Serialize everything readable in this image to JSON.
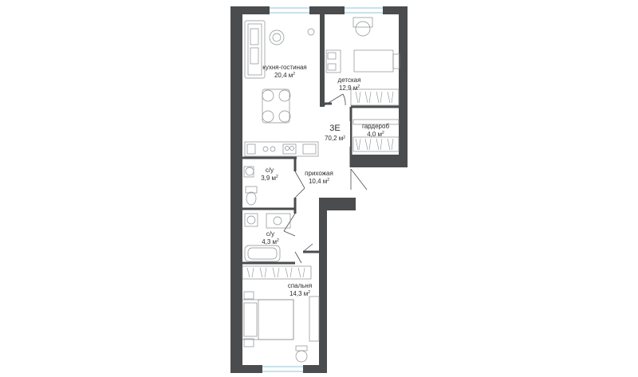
{
  "apartment": {
    "code": "3E",
    "total_area": "70,2 м",
    "area_unit_sup": "2"
  },
  "rooms": [
    {
      "key": "living",
      "name": "кухня-гостиная",
      "area": "20,4 м"
    },
    {
      "key": "kids",
      "name": "детская",
      "area": "12,9 м"
    },
    {
      "key": "wardrobe",
      "name": "гардероб",
      "area": "4,0 м"
    },
    {
      "key": "hall",
      "name": "прихожая",
      "area": "10,4 м"
    },
    {
      "key": "bath1",
      "name": "с/у",
      "area": "3,9 м"
    },
    {
      "key": "bath2",
      "name": "с/у",
      "area": "4,3 м"
    },
    {
      "key": "bedroom",
      "name": "спальня",
      "area": "14,3 м"
    }
  ],
  "colors": {
    "wall": "#4a4c4e",
    "furniture_line": "#8a8d90",
    "window": "#a8cfe0",
    "text": "#2c2c2c"
  }
}
